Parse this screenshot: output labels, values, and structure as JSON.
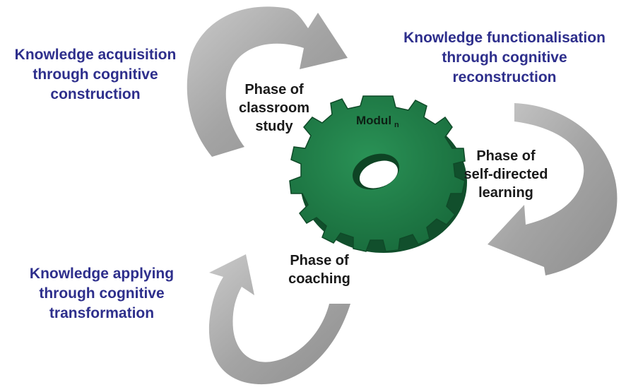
{
  "outcomes": {
    "acquisition": [
      "Knowledge acquisition",
      "through cognitive",
      "construction"
    ],
    "functionalisation": [
      "Knowledge functionalisation",
      "through cognitive",
      "reconstruction"
    ],
    "applying": [
      "Knowledge applying",
      "through cognitive",
      "transformation"
    ]
  },
  "phases": {
    "classroom": [
      "Phase of",
      "classroom",
      "study"
    ],
    "self_directed": [
      "Phase of",
      "self-directed",
      "learning"
    ],
    "coaching": [
      "Phase of",
      "coaching"
    ]
  },
  "gear": {
    "label": "Modul",
    "subscript": "n"
  },
  "colors": {
    "outcome_text": "#2e2f8c",
    "phase_text": "#1a1a1a",
    "gear": "#1f7a44",
    "arrow": "#a8a8a8"
  }
}
